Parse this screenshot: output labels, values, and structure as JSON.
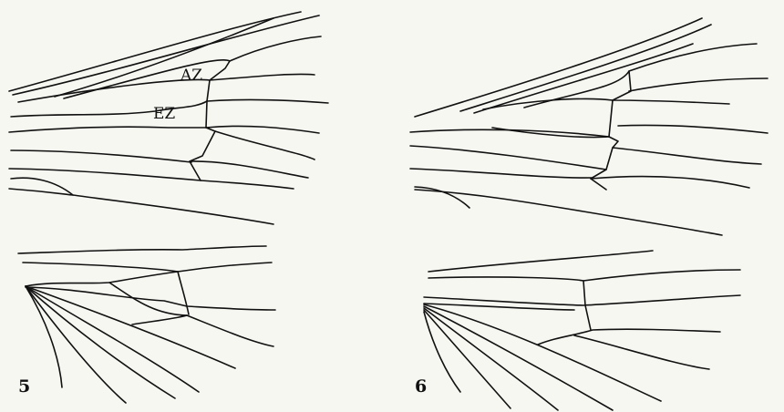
{
  "figure_5": {
    "number": "5",
    "labels": {
      "az": "AZ",
      "ez": "EZ"
    }
  },
  "figure_6": {
    "number": "6"
  },
  "colors": {
    "background": "#f7f7f2",
    "line": "#111111"
  }
}
